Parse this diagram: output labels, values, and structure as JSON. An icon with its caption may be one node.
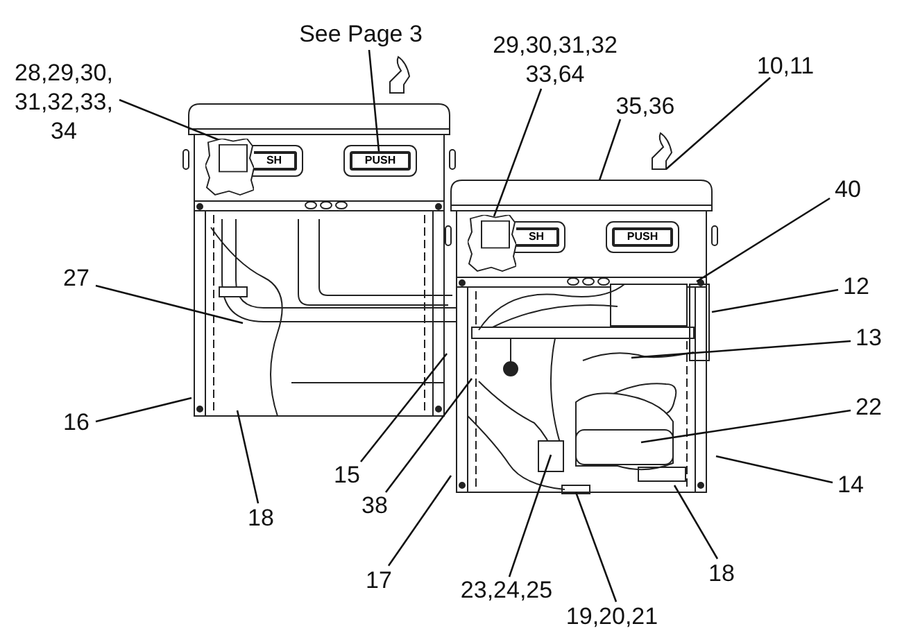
{
  "diagram": {
    "nodes": [
      {
        "text": [
          "See Page 3"
        ]
      },
      {
        "text": [
          "28,29,30, 31,32,33, 34"
        ]
      },
      {
        "text": [
          "29,30,31,32 33,64"
        ]
      },
      {
        "text": [
          "35,36"
        ]
      },
      {
        "text": [
          "10,11"
        ]
      },
      {
        "text": [
          "40"
        ]
      },
      {
        "text": [
          "12"
        ]
      },
      {
        "text": [
          "13"
        ]
      },
      {
        "text": [
          "22"
        ]
      },
      {
        "text": [
          "14"
        ]
      },
      {
        "text": [
          "27"
        ]
      },
      {
        "text": [
          "16"
        ]
      },
      {
        "text": [
          "18"
        ]
      },
      {
        "text": [
          "15"
        ]
      },
      {
        "text": [
          "38"
        ]
      },
      {
        "text": [
          "17"
        ]
      },
      {
        "text": [
          "23,24,25"
        ]
      },
      {
        "text": [
          "19,20,21"
        ]
      },
      {
        "text": [
          "18"
        ]
      },
      {
        "text": [],
        "shape": "picture"
      },
      {
        "text": [
          "SH"
        ]
      },
      {
        "text": [
          "PUSH"
        ]
      },
      {
        "text": [],
        "shape": "picture"
      },
      {
        "text": [
          "SH"
        ]
      },
      {
        "text": [
          "PUSH"
        ]
      }
    ],
    "edges": [
      {
        "from": 0,
        "to": 21,
        "arrow": "none"
      },
      {
        "from": 1,
        "to": 19,
        "arrow": "none"
      },
      {
        "from": 2,
        "to": 22,
        "arrow": "none"
      },
      {
        "from": 3,
        "to": null,
        "arrow": "none"
      },
      {
        "from": 4,
        "to": null,
        "arrow": "none"
      },
      {
        "from": 5,
        "to": null,
        "arrow": "none"
      },
      {
        "from": 6,
        "to": null,
        "arrow": "none"
      },
      {
        "from": 7,
        "to": null,
        "arrow": "none"
      },
      {
        "from": 8,
        "to": null,
        "arrow": "none"
      },
      {
        "from": 9,
        "to": null,
        "arrow": "none"
      },
      {
        "from": 10,
        "to": null,
        "arrow": "none"
      },
      {
        "from": 11,
        "to": null,
        "arrow": "none"
      },
      {
        "from": 12,
        "to": null,
        "arrow": "none"
      },
      {
        "from": 13,
        "to": null,
        "arrow": "none"
      },
      {
        "from": 14,
        "to": null,
        "arrow": "none"
      },
      {
        "from": 15,
        "to": null,
        "arrow": "none"
      },
      {
        "from": 16,
        "to": null,
        "arrow": "none"
      },
      {
        "from": 17,
        "to": null,
        "arrow": "none"
      },
      {
        "from": 18,
        "to": null,
        "arrow": "none"
      }
    ]
  }
}
